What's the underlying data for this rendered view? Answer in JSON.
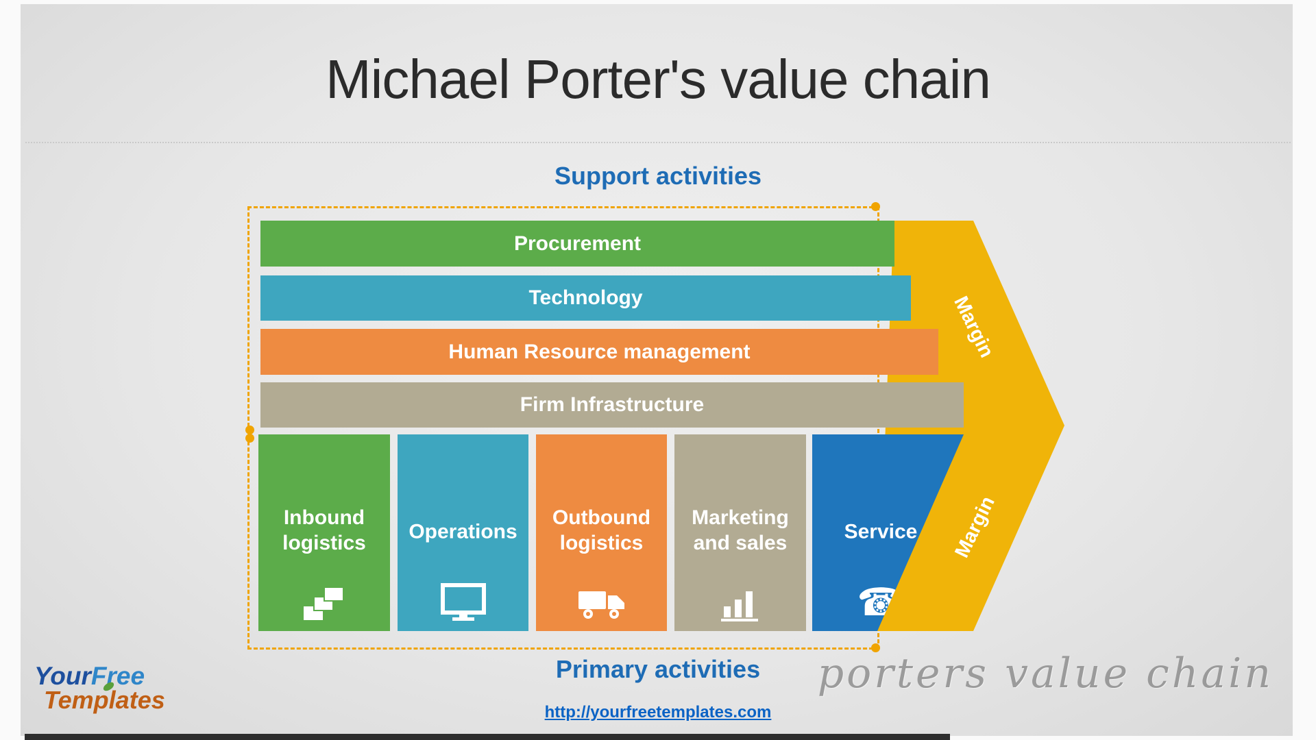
{
  "slide": {
    "title": "Michael Porter's value chain",
    "support_label": "Support activities",
    "primary_label": "Primary activities",
    "link": "http://yourfreetemplates.com",
    "watermark": "porters value chain"
  },
  "logo": {
    "your": "Your",
    "free": "Free",
    "templates": "Templates"
  },
  "support_activities": {
    "rows": [
      {
        "label": "Procurement",
        "color": "#5cac4a"
      },
      {
        "label": "Technology",
        "color": "#3ea6bf"
      },
      {
        "label": "Human Resource management",
        "color": "#ee8b41"
      },
      {
        "label": "Firm Infrastructure",
        "color": "#b2ab93"
      }
    ]
  },
  "primary_activities": {
    "columns": [
      {
        "label": "Inbound logistics",
        "color": "#5cac4a",
        "icon": "documents-icon"
      },
      {
        "label": "Operations",
        "color": "#3ea6bf",
        "icon": "monitor-icon"
      },
      {
        "label": "Outbound logistics",
        "color": "#ee8b41",
        "icon": "truck-icon"
      },
      {
        "label": "Marketing and sales",
        "color": "#b2ab93",
        "icon": "bar-chart-icon"
      },
      {
        "label": "Service",
        "color": "#1f76bc",
        "icon": "phone-icon"
      }
    ]
  },
  "margin": {
    "label": "Margin",
    "arrow_color": "#f0b409",
    "frame_color": "#f0a400"
  },
  "accent": {
    "heading_blue": "#1e6cb5",
    "link_blue": "#0b63c5",
    "title_color": "#2b2b2b"
  }
}
